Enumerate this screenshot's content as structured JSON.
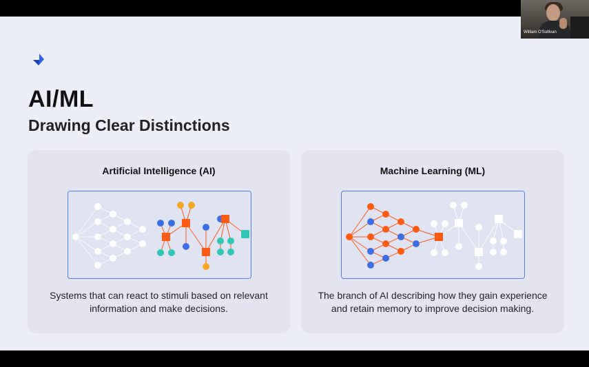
{
  "slide": {
    "title": "AI/ML",
    "subtitle": "Drawing Clear Distinctions",
    "logo_icon": "arrow-chevron-icon",
    "accent_color": "#2f62e3"
  },
  "cards": {
    "ai": {
      "title": "Artificial Intelligence (AI)",
      "description": "Systems that can react to stimuli based on relevant information and make decisions."
    },
    "ml": {
      "title": "Machine Learning (ML)",
      "description": "The branch of AI describing how they gain experience and retain memory to improve decision making."
    }
  },
  "colors": {
    "orange": "#ff5a14",
    "blue": "#3a6fe6",
    "teal": "#2fc6b6",
    "yellow": "#f7a623",
    "frame": "#4f7ce6"
  },
  "video": {
    "participant_name": "William O'Sullivan"
  }
}
